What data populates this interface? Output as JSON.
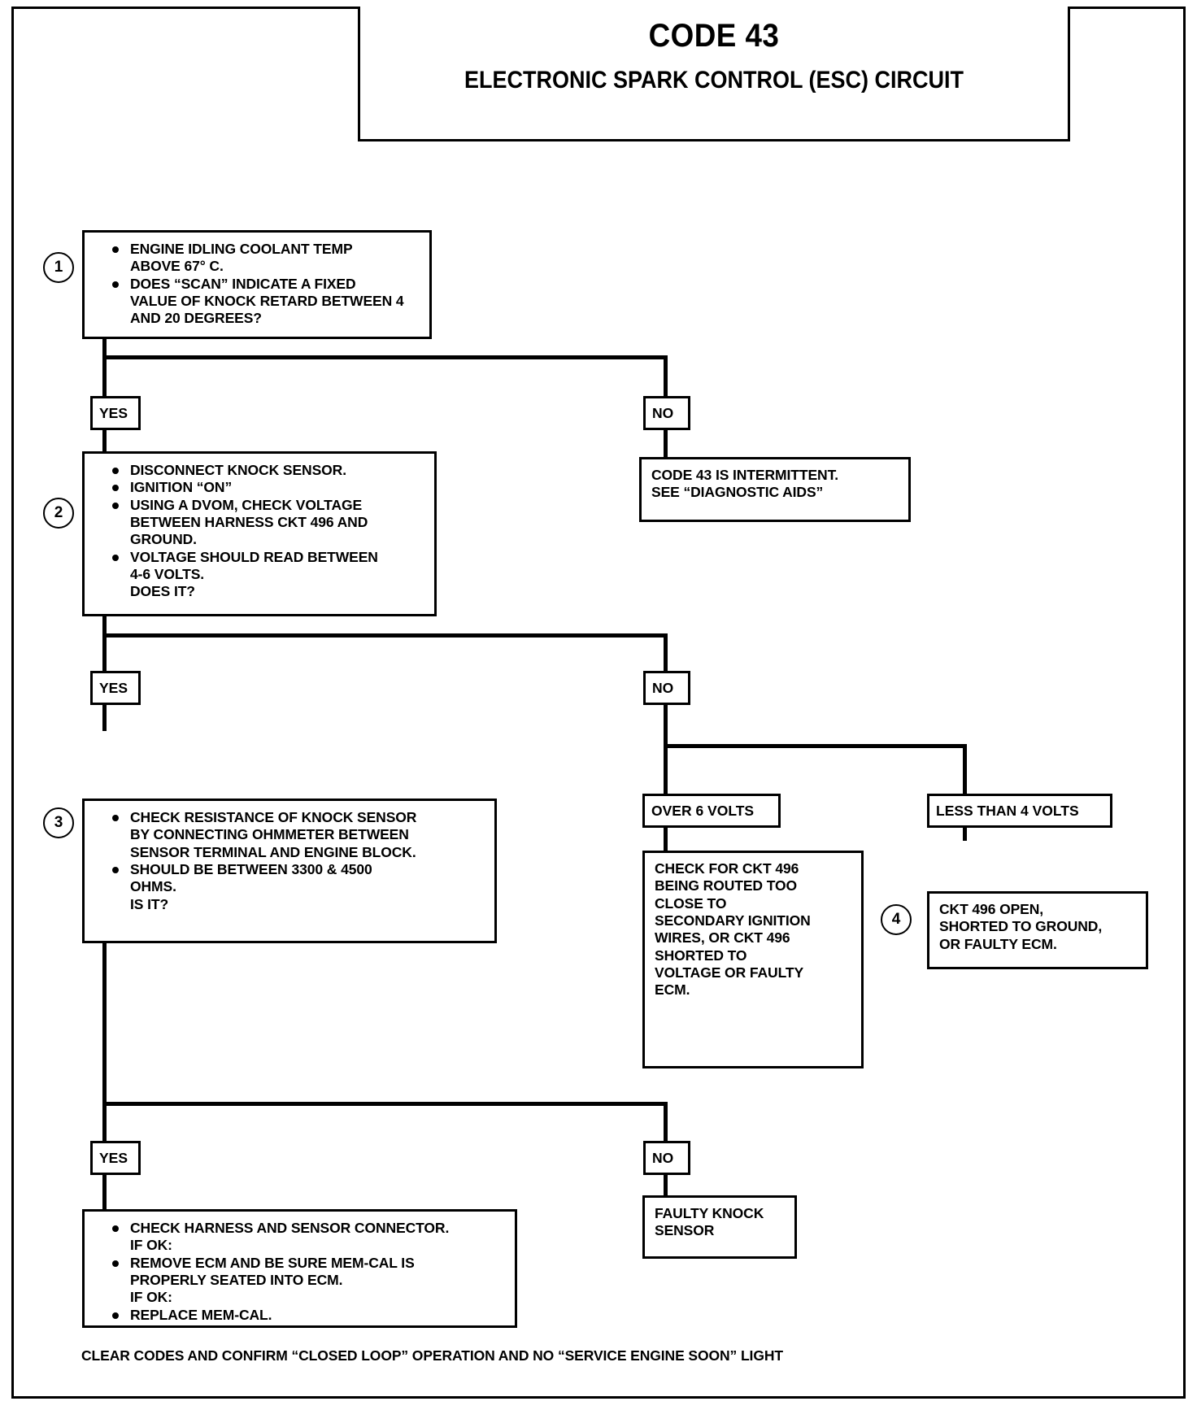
{
  "title": {
    "code": "CODE 43",
    "subtitle": "ELECTRONIC SPARK CONTROL (ESC) CIRCUIT"
  },
  "steps": {
    "one": {
      "number": "1",
      "lines": [
        "ENGINE IDLING COOLANT TEMP",
        "ABOVE 67° C.",
        "DOES “SCAN” INDICATE  A FIXED",
        "VALUE OF KNOCK RETARD BETWEEN 4",
        "AND 20 DEGREES?"
      ]
    },
    "two": {
      "number": "2",
      "lines": [
        "DISCONNECT KNOCK SENSOR.",
        "IGNITION “ON”",
        "USING A DVOM, CHECK VOLTAGE",
        "BETWEEN HARNESS CKT 496 AND",
        "GROUND.",
        "VOLTAGE SHOULD READ BETWEEN",
        "4-6 VOLTS.",
        "DOES IT?"
      ]
    },
    "three": {
      "number": "3",
      "lines": [
        "CHECK RESISTANCE OF KNOCK SENSOR",
        "BY CONNECTING OHMMETER BETWEEN",
        "SENSOR TERMINAL AND ENGINE BLOCK.",
        "SHOULD BE BETWEEN 3300 & 4500",
        "OHMS.",
        "IS IT?"
      ]
    },
    "four": {
      "number": "4",
      "lines": [
        "CKT 496 OPEN,",
        "SHORTED TO GROUND,",
        "OR FAULTY ECM."
      ]
    }
  },
  "branch_labels": {
    "yes1": "YES",
    "no1": "NO",
    "yes2": "YES",
    "no2": "NO",
    "yes3": "YES",
    "no3": "NO",
    "over6": "OVER 6 VOLTS",
    "less4": "LESS THAN 4 VOLTS"
  },
  "outcomes": {
    "intermittent": {
      "lines": [
        "CODE 43 IS INTERMITTENT.",
        "SEE “DIAGNOSTIC AIDS”"
      ]
    },
    "over6_result": {
      "lines": [
        "CHECK FOR CKT 496",
        "BEING ROUTED TOO",
        "CLOSE TO",
        "SECONDARY IGNITION",
        "WIRES, OR CKT 496",
        "SHORTED TO",
        "VOLTAGE OR FAULTY",
        "ECM."
      ]
    },
    "faulty_sensor": {
      "lines": [
        "FAULTY KNOCK",
        "SENSOR"
      ]
    },
    "final_actions": {
      "items": [
        {
          "bullet": true,
          "text": "CHECK HARNESS AND SENSOR CONNECTOR."
        },
        {
          "bullet": false,
          "text": "IF OK:"
        },
        {
          "bullet": true,
          "text": "REMOVE ECM AND BE SURE MEM-CAL IS"
        },
        {
          "bullet": false,
          "text": "PROPERLY SEATED INTO ECM."
        },
        {
          "bullet": false,
          "text": "IF OK:"
        },
        {
          "bullet": true,
          "text": "REPLACE MEM-CAL."
        }
      ]
    }
  },
  "footer": {
    "text": "CLEAR CODES AND CONFIRM “CLOSED LOOP” OPERATION AND NO “SERVICE ENGINE SOON” LIGHT"
  }
}
